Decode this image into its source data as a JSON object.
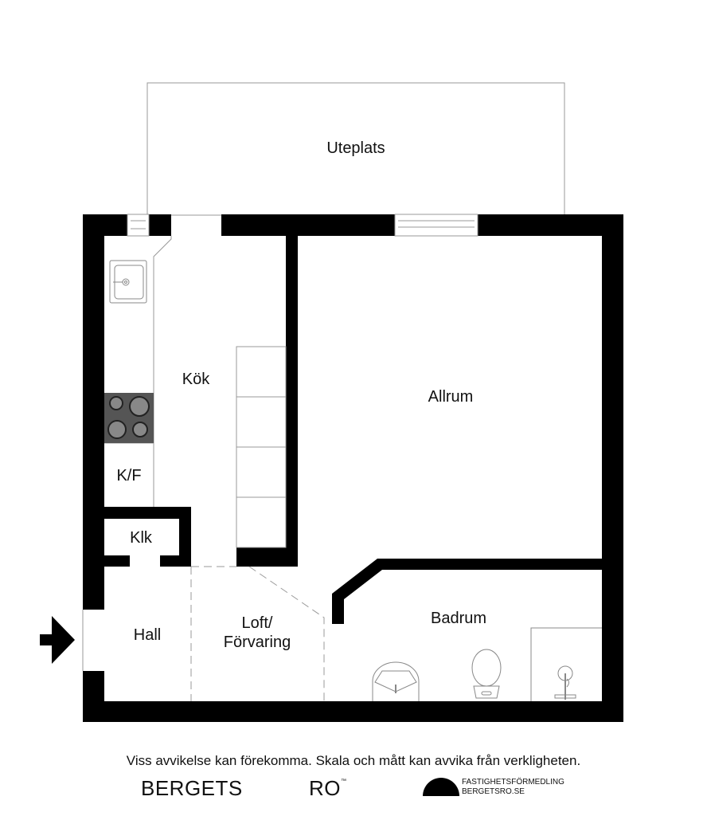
{
  "floorplan": {
    "rooms": [
      {
        "id": "uteplats",
        "label": "Uteplats"
      },
      {
        "id": "kok",
        "label": "Kök"
      },
      {
        "id": "allrum",
        "label": "Allrum"
      },
      {
        "id": "kf",
        "label": "K/F"
      },
      {
        "id": "klk",
        "label": "Klk"
      },
      {
        "id": "hall",
        "label": "Hall"
      },
      {
        "id": "loft",
        "label": "Loft/",
        "label2": "Förvaring"
      },
      {
        "id": "badrum",
        "label": "Badrum"
      }
    ],
    "fixtures": [
      "sink-icon",
      "stove-icon",
      "washbasin-icon",
      "toilet-icon",
      "shower-icon"
    ],
    "entrance_icon": "entrance-arrow-icon",
    "colors": {
      "wall": "#000000",
      "line": "#999999",
      "stove": "#555555"
    }
  },
  "footer": {
    "disclaimer": "Viss avvikelse kan förekomma. Skala och mått kan avvika från verkligheten.",
    "brand_left": "BERGETS",
    "brand_right": "RO",
    "brand_tm": "™",
    "agency_line1": "FASTIGHETSFÖRMEDLING",
    "agency_line2": "BERGETSRO.SE"
  }
}
